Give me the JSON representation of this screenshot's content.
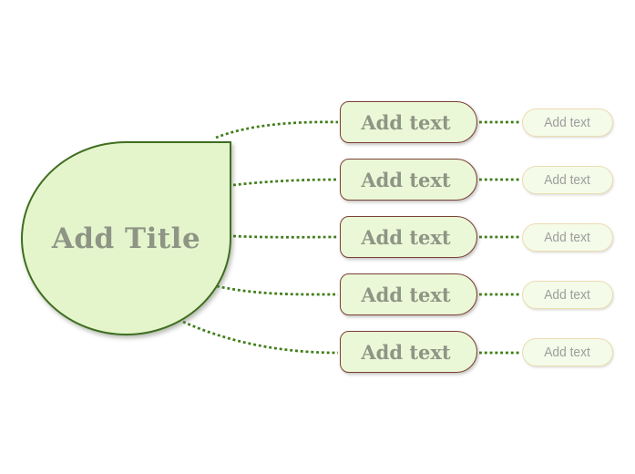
{
  "title": {
    "label": "Add Title"
  },
  "branches": [
    {
      "label": "Add text",
      "sub": {
        "label": "Add text"
      }
    },
    {
      "label": "Add text",
      "sub": {
        "label": "Add text"
      }
    },
    {
      "label": "Add text",
      "sub": {
        "label": "Add text"
      }
    },
    {
      "label": "Add text",
      "sub": {
        "label": "Add text"
      }
    },
    {
      "label": "Add text",
      "sub": {
        "label": "Add text"
      }
    }
  ],
  "colors": {
    "background": "#ffffff",
    "root_fill": "#e4f5cc",
    "root_border": "#3f6e20",
    "root_text": "#8e9585",
    "branch_fill": "#eaf8d7",
    "branch_border": "#7b4136",
    "branch_text": "#8e9585",
    "sub_fill": "#f4fbe9",
    "sub_border": "#eddcb2",
    "sub_text": "#9d9d9d",
    "connector": "#3f7d18"
  },
  "layout": {
    "row_top_start": 111,
    "row_spacing": 63
  }
}
